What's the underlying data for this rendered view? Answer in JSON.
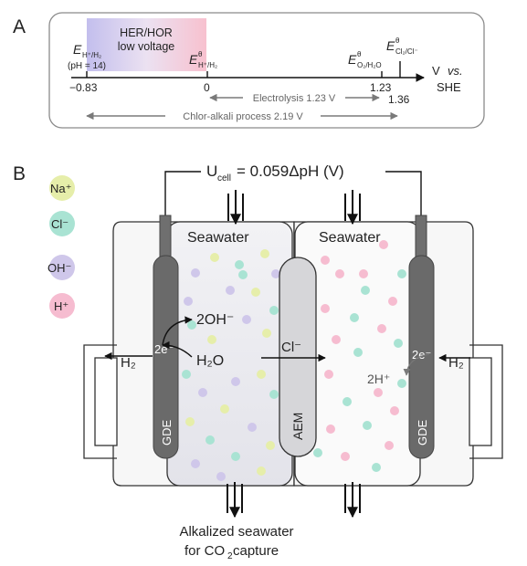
{
  "panel_a": {
    "label": "A",
    "region_label_1": "HER/HOR",
    "region_label_2": "low voltage",
    "axis_unit_1": "V",
    "axis_unit_2": "vs.",
    "axis_unit_3": "SHE",
    "annotations": {
      "e_h_ph14": {
        "symbol": "E",
        "sub": "H⁺/H₂",
        "note": "(pH = 14)"
      },
      "e_std_h": {
        "symbol": "E",
        "sup": "θ",
        "sub": "H⁺/H₂"
      },
      "e_std_o2": {
        "symbol": "E",
        "sup": "θ",
        "sub": "O₂/H₂O"
      },
      "e_std_cl2": {
        "symbol": "E",
        "sup": "θ",
        "sub": "Cl₂/Cl⁻"
      }
    },
    "ticks": [
      "−0.83",
      "0",
      "1.23",
      "1.36"
    ],
    "ranges": {
      "electrolysis": "Electrolysis 1.23 V",
      "chlor_alkali": "Chlor-alkali process 2.19 V"
    }
  },
  "panel_b": {
    "label": "B",
    "cell_voltage": {
      "prefix": "U",
      "sub": "cell",
      "suffix": " = 0.059ΔpH (V)"
    },
    "legend": [
      {
        "label": "Na⁺",
        "color": "#e6eeaa"
      },
      {
        "label": "Cl⁻",
        "color": "#a9e3d3"
      },
      {
        "label": "OH⁻",
        "color": "#cfc7ea"
      },
      {
        "label": "H⁺",
        "color": "#f6bcd0"
      }
    ],
    "left_chamber_label": "Seawater",
    "right_chamber_label": "Seawater",
    "membrane_label": "AEM",
    "electrode_left_label": "GDE",
    "electrode_right_label": "GDE",
    "species": {
      "two_oh": "2OH⁻",
      "water": "H₂O",
      "electrons_left": "2e⁻",
      "electrons_right": "2e⁻",
      "chloride": "Cl⁻",
      "two_h": "2H⁺",
      "h2_left": "H₂",
      "h2_right": "H₂"
    },
    "outlet_label_1": "Alkalized seawater",
    "outlet_label_2_prefix": "for CO",
    "outlet_label_2_sub": "2",
    "outlet_label_2_suffix": " capture"
  }
}
